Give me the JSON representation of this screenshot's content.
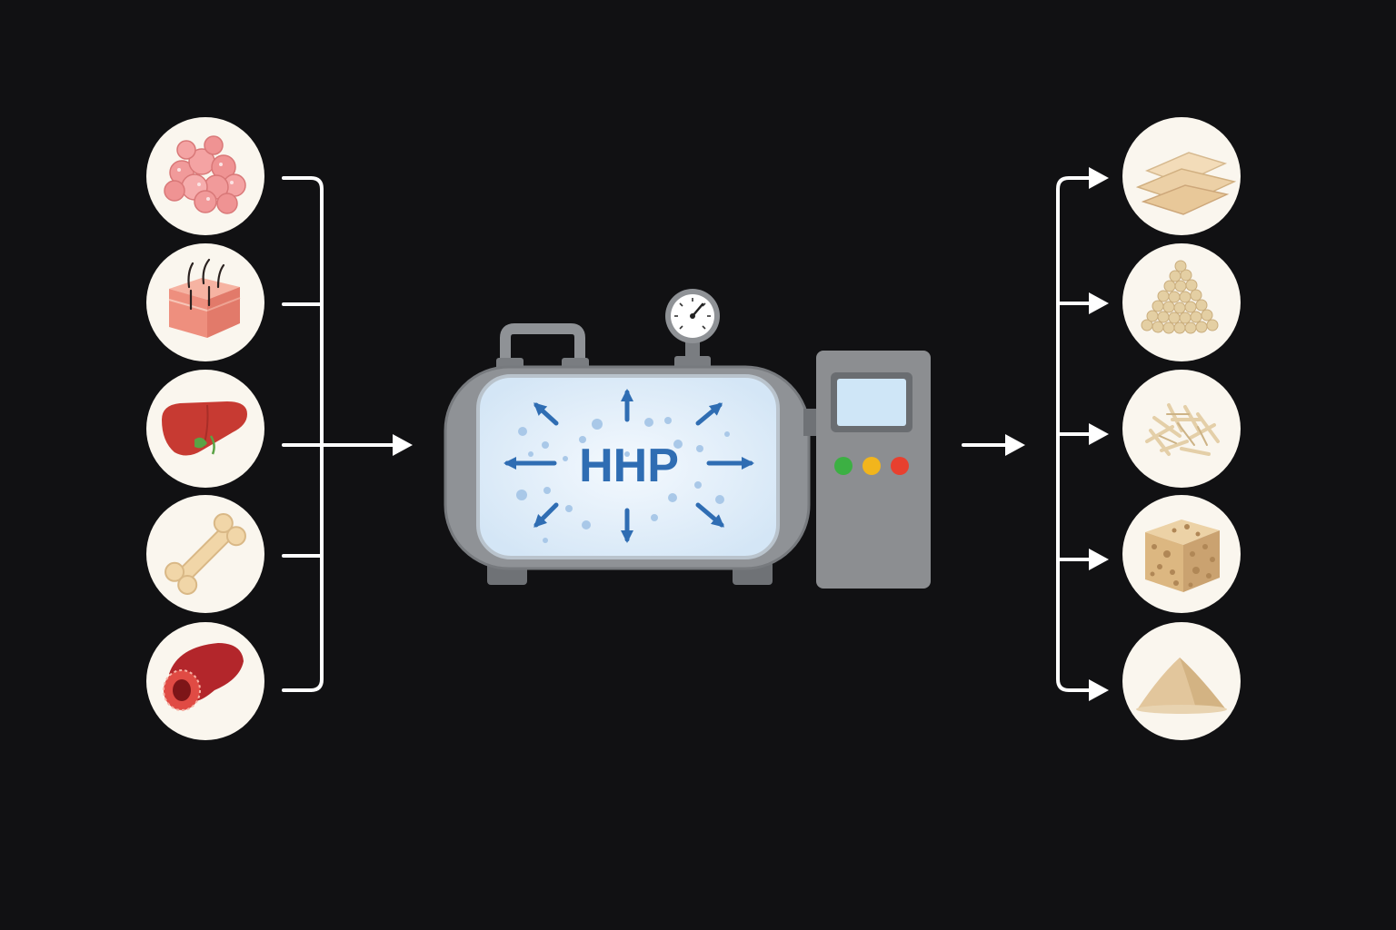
{
  "machine": {
    "label": "HHP",
    "colors": {
      "body": "#8f9296",
      "body_dark": "#6f7276",
      "window": "#e6f1fb",
      "arrow": "#2f6db3",
      "label": "#2f6db3",
      "panel": "#8c8e91",
      "screen": "#cfe6f7"
    },
    "indicator_lights": [
      {
        "name": "green-light",
        "color": "#3cb043"
      },
      {
        "name": "yellow-light",
        "color": "#f2b51c"
      },
      {
        "name": "red-light",
        "color": "#e8402f"
      }
    ]
  },
  "inputs": [
    {
      "name": "fat-cells-icon"
    },
    {
      "name": "skin-tissue-icon"
    },
    {
      "name": "liver-icon"
    },
    {
      "name": "bone-icon"
    },
    {
      "name": "blood-vessel-icon"
    }
  ],
  "outputs": [
    {
      "name": "sheets-icon"
    },
    {
      "name": "granules-icon"
    },
    {
      "name": "fibers-icon"
    },
    {
      "name": "porous-scaffold-icon"
    },
    {
      "name": "powder-icon"
    }
  ],
  "colors": {
    "background": "#111113",
    "connector": "#ffffff",
    "circle_fill": "#faf6ee"
  }
}
